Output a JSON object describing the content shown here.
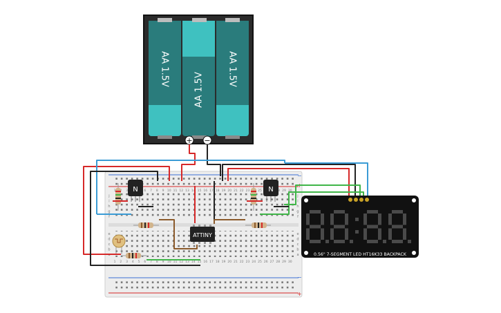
{
  "battery_pack": {
    "cells": [
      "AA 1.5V",
      "AA 1.5V",
      "AA 1.5V"
    ],
    "plus_symbol": "+",
    "minus_symbol": "−",
    "colors": {
      "cell": "#3fc1c0",
      "cell_dark": "#2a7c7c",
      "case": "#222222"
    }
  },
  "breadboard": {
    "row_letters_top": [
      "j",
      "i",
      "h",
      "g",
      "f"
    ],
    "row_letters_bottom": [
      "e",
      "d",
      "c",
      "b",
      "a"
    ],
    "column_numbers": [
      "1",
      "2",
      "3",
      "4",
      "5",
      "6",
      "7",
      "8",
      "9",
      "10",
      "11",
      "12",
      "13",
      "14",
      "15",
      "16",
      "17",
      "18",
      "19",
      "20",
      "21",
      "22",
      "23",
      "24",
      "25",
      "26",
      "27",
      "28",
      "29",
      "30"
    ],
    "rail_plus": "+",
    "rail_minus": "−"
  },
  "components": {
    "chip_label": "ATTINY",
    "transistor_label": "N"
  },
  "display": {
    "label": "0.56\" 7-SEGMENT LED HT16K33 BACKPACK",
    "digits": "8.8:8.8",
    "colors": {
      "body": "#111111",
      "segment": "#4a4a4a"
    }
  },
  "wire_colors": {
    "red": "#d62828",
    "black": "#222222",
    "blue": "#3a9bd5",
    "green": "#3fb548",
    "brown": "#8b5a2b"
  }
}
